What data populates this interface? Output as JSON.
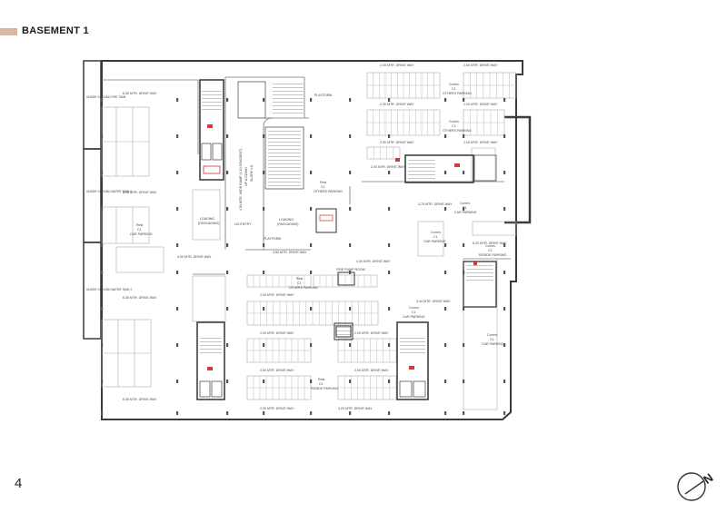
{
  "header": {
    "accent_color": "#d9b8a3",
    "title": "BASEMENT 1"
  },
  "page": {
    "number": "4"
  },
  "north_arrow": {
    "letter": "N"
  },
  "labels": {
    "drive_635_top": "6.35 MTR. DRIVE WAY",
    "drive_635_mid": "6.35 MTR. DRIVE WAY",
    "drive_635_low": "6.35 MTR. DRIVE WAY",
    "drive_635_bottom": "6.35 MTR. DRIVE WAY",
    "drive_400_top": "4.00 MTR. DRIVE WAY",
    "drive_400_mid": "4.00 MTR. DRIVE WAY",
    "drive_200_a": "2.00 MTR. DRIVE WAY",
    "drive_200_b": "2.00 MTR. DRIVE WAY",
    "drive_200_c": "2.00 MTR. DRIVE WAY",
    "drive_200_d": "2.00 MTR. DRIVE WAY",
    "drive_200_e": "2.00 MTR. DRIVE WAY",
    "drive_200_f": "2.00 MTR. DRIVE WAY",
    "drive_200_g": "2.00 MTR. DRIVE WAY",
    "drive_200_h": "2.00 MTR. DRIVE WAY",
    "drive_200_i": "2.00 MTR. DRIVE WAY",
    "drive_200_j": "2.00 MTR. DRIVE WAY",
    "drive_200_k": "2.00 MTR. DRIVE WAY",
    "drive_200_l": "2.00 MTR. DRIVE WAY",
    "drive_200_m": "2.00 MTR. DRIVE WAY",
    "drive_450": "4.50 MTR. DRIVE WAY",
    "drive_420": "4.20 MTR. DRIVE WAY",
    "drive_370": "3.70 MTR. DRIVE WAY",
    "drive_344": "3.44 MTR. DRIVE WAY",
    "drive_620": "6.20 MTR. DRIVE WAY",
    "loading_1": "LOADING",
    "loading_1b": "(PACKAGING)",
    "loading_2": "LOADING",
    "loading_2b": "(PACKAGING)",
    "res_car_a": "Resi.",
    "res_car_a2": "C1",
    "res_car_a3": "CAR PARKING",
    "comm_others_a": "Comm.",
    "comm_others_a2": "C1",
    "comm_others_a3": "OTHERS PARKING",
    "comm_others_b": "Comm.",
    "comm_others_b2": "C1",
    "comm_others_b3": "OTHERS PARKING",
    "res_others_a": "Resi.",
    "res_others_a2": "C1",
    "res_others_a3": "OTHERS PARKING",
    "res_others_b": "Resi.",
    "res_others_b2": "C1",
    "res_others_b3": "OTHERS PARKING",
    "comm_car_a": "Comm.",
    "comm_car_a2": "C1",
    "comm_car_a3": "CAR PARKING",
    "comm_car_b": "Comm.",
    "comm_car_b2": "C1",
    "comm_car_b3": "CAR PARKING",
    "comm_car_c": "Comm.",
    "comm_car_c2": "C1",
    "comm_car_c3": "CAR PARKING",
    "comm_car_d": "Comm.",
    "comm_car_d2": "C1",
    "comm_car_d3": "CAR PARKING",
    "comm_res_e": "Comm.",
    "comm_res_e2": "C1",
    "comm_res_e3": "RESIDE PARKING",
    "res_reside": "Resi.",
    "res_reside2": "C1",
    "res_reside3": "RESIDE PARKING",
    "tank_1": "UNDER GROUND FIRE TANK",
    "tank_2": "UNDER GROUND WATER TANK 1",
    "tank_3": "UNDER GROUND WATER TANK 2",
    "ramp_text": "4.50 MTR. WIDE RAMP (1:10 GRADIENT)",
    "ramp_down": "UP & DOWN",
    "ramp_slope": "SLOPE 1:8",
    "platform_1": "PLATFORM",
    "platform_2": "PLATFORM",
    "ug_entry": "UG ENTRY",
    "fire_room": "FIRE PUMP ROOM"
  }
}
